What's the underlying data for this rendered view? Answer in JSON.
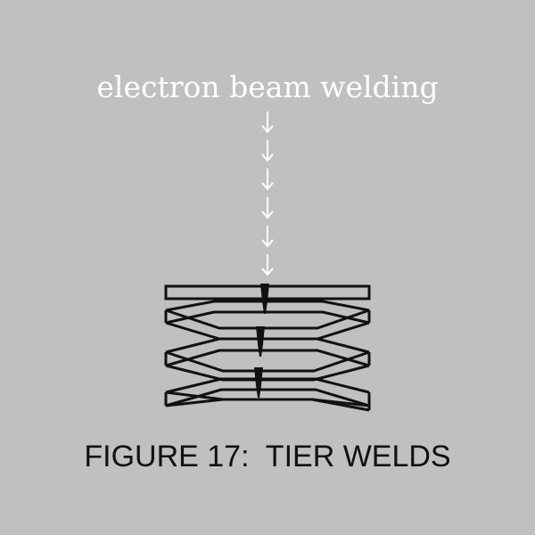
{
  "diagram": {
    "beam_label": "electron beam welding",
    "caption": "FIGURE 17:  TIER WELDS",
    "arrow_count": 6,
    "weld_count": 3,
    "colors": {
      "background": "#c0c0c0",
      "label": "#ffffff",
      "arrow": "#ffffff",
      "stack_stroke": "#111111",
      "caption": "#111111"
    }
  }
}
